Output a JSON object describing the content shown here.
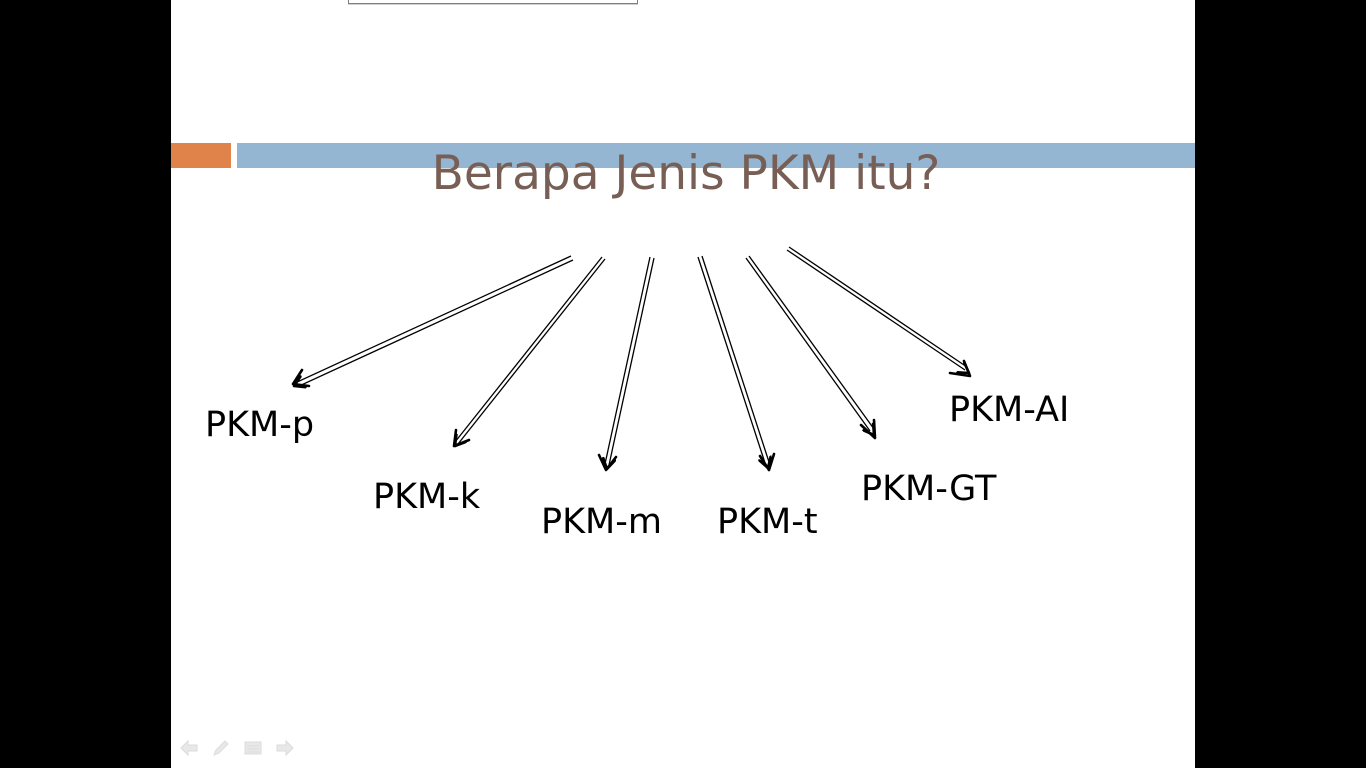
{
  "slide": {
    "title": "Berapa Jenis PKM itu?",
    "colors": {
      "background": "#000000",
      "slide": "#ffffff",
      "accent_orange": "#e0834a",
      "accent_blue": "#94b6d2",
      "title": "#775f55",
      "text": "#000000"
    },
    "labels": [
      {
        "id": "pkm-p",
        "text": "PKM-p"
      },
      {
        "id": "pkm-k",
        "text": "PKM-k"
      },
      {
        "id": "pkm-m",
        "text": "PKM-m"
      },
      {
        "id": "pkm-t",
        "text": "PKM-t"
      },
      {
        "id": "pkm-gt",
        "text": "PKM-GT"
      },
      {
        "id": "pkm-ai",
        "text": "PKM-AI"
      }
    ]
  },
  "nav_controls": [
    {
      "icon": "previous-arrow-icon"
    },
    {
      "icon": "pen-icon"
    },
    {
      "icon": "menu-icon"
    },
    {
      "icon": "next-arrow-icon"
    }
  ]
}
